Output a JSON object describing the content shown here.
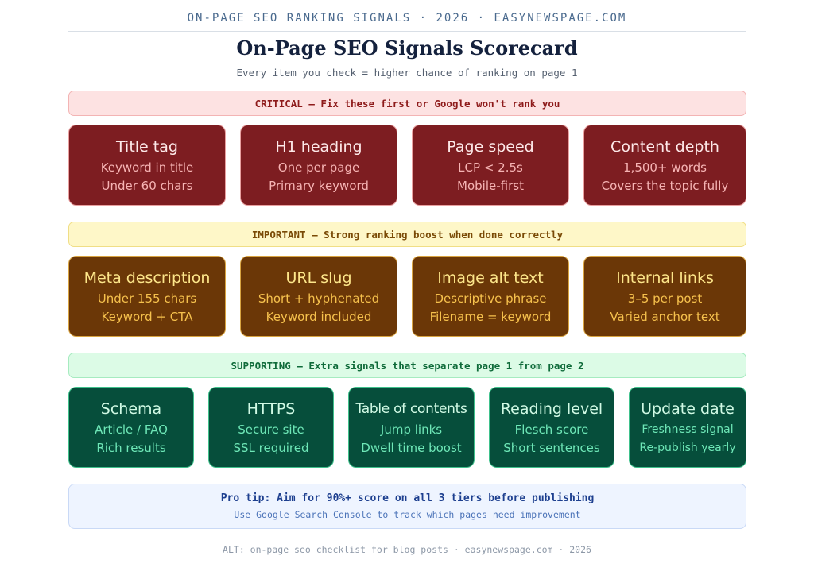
{
  "header": {
    "topline": "ON-PAGE SEO RANKING SIGNALS · 2026 · EASYNEWSPAGE.COM",
    "title": "On-Page SEO Signals Scorecard",
    "subtitle": "Every item you check = higher chance of ranking on page 1"
  },
  "tiers": {
    "critical": {
      "banner": "CRITICAL — Fix these first or Google won't rank you",
      "cards": [
        {
          "title": "Title tag",
          "lines": [
            "Keyword in title",
            "Under 60 chars"
          ]
        },
        {
          "title": "H1 heading",
          "lines": [
            "One per page",
            "Primary keyword"
          ]
        },
        {
          "title": "Page speed",
          "lines": [
            "LCP < 2.5s",
            "Mobile-first"
          ]
        },
        {
          "title": "Content depth",
          "lines": [
            "1,500+ words",
            "Covers the topic fully"
          ]
        }
      ]
    },
    "important": {
      "banner": "IMPORTANT — Strong ranking boost when done correctly",
      "cards": [
        {
          "title": "Meta description",
          "lines": [
            "Under 155 chars",
            "Keyword + CTA"
          ]
        },
        {
          "title": "URL slug",
          "lines": [
            "Short + hyphenated",
            "Keyword included"
          ]
        },
        {
          "title": "Image alt text",
          "lines": [
            "Descriptive phrase",
            "Filename = keyword"
          ]
        },
        {
          "title": "Internal links",
          "lines": [
            "3–5 per post",
            "Varied anchor text"
          ]
        }
      ]
    },
    "supporting": {
      "banner": "SUPPORTING — Extra signals that separate page 1 from page 2",
      "cards": [
        {
          "title": "Schema",
          "lines": [
            "Article / FAQ",
            "Rich results"
          ]
        },
        {
          "title": "HTTPS",
          "lines": [
            "Secure site",
            "SSL required"
          ]
        },
        {
          "title": "Table of contents",
          "lines": [
            "Jump links",
            "Dwell time boost"
          ]
        },
        {
          "title": "Reading level",
          "lines": [
            "Flesch score",
            "Short sentences"
          ]
        },
        {
          "title": "Update date",
          "lines": [
            "Freshness signal",
            "Re-publish yearly"
          ]
        }
      ]
    }
  },
  "tip": {
    "headline": "Pro tip: Aim for 90%+ score on all 3 tiers before publishing",
    "detail": "Use Google Search Console to track which pages need improvement"
  },
  "footer": "ALT: on-page seo checklist for blog posts · easynewspage.com · 2026",
  "colors": {
    "critical": "#7d1d21",
    "important": "#6b3707",
    "supporting": "#064e3b",
    "title": "#14213d"
  }
}
